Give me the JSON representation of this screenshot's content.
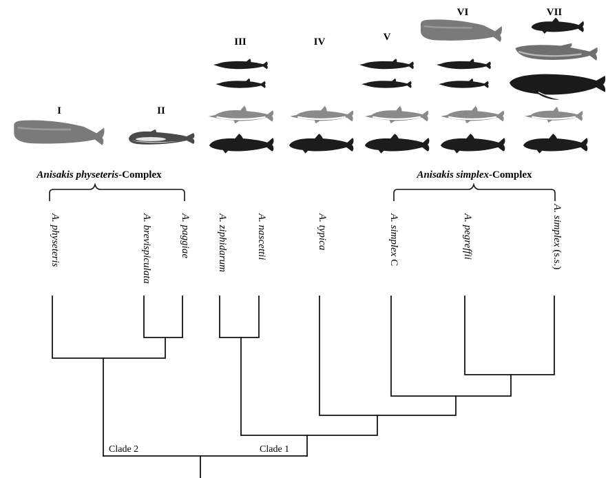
{
  "host_groups": [
    {
      "numeral": "I"
    },
    {
      "numeral": "II"
    },
    {
      "numeral": "III"
    },
    {
      "numeral": "IV"
    },
    {
      "numeral": "V"
    },
    {
      "numeral": "VI"
    },
    {
      "numeral": "VII"
    }
  ],
  "complexes": {
    "physeteris": {
      "italic": "Anisakis physeteris",
      "rest": "-Complex"
    },
    "simplex": {
      "italic": "Anisakis simplex",
      "rest": "-Complex"
    }
  },
  "species": [
    {
      "italic": "A. physeteris",
      "suffix": ""
    },
    {
      "italic": "A. brevispiculata",
      "suffix": ""
    },
    {
      "italic": "A. paggiae",
      "suffix": ""
    },
    {
      "italic": "A. ziphidarum",
      "suffix": ""
    },
    {
      "italic": "A. nascettii",
      "suffix": ""
    },
    {
      "italic": "A. typica",
      "suffix": ""
    },
    {
      "italic": "A. simplex",
      "suffix": " C"
    },
    {
      "italic": "A. pegreffii",
      "suffix": ""
    },
    {
      "italic": "A. simplex",
      "suffix": " (s.s.)"
    }
  ],
  "clades": {
    "clade2": "Clade 2",
    "clade1": "Clade 1"
  },
  "colors": {
    "line": "#111111",
    "whale_dark": "#1c1c1c",
    "whale_grey": "#8a8a8a"
  }
}
